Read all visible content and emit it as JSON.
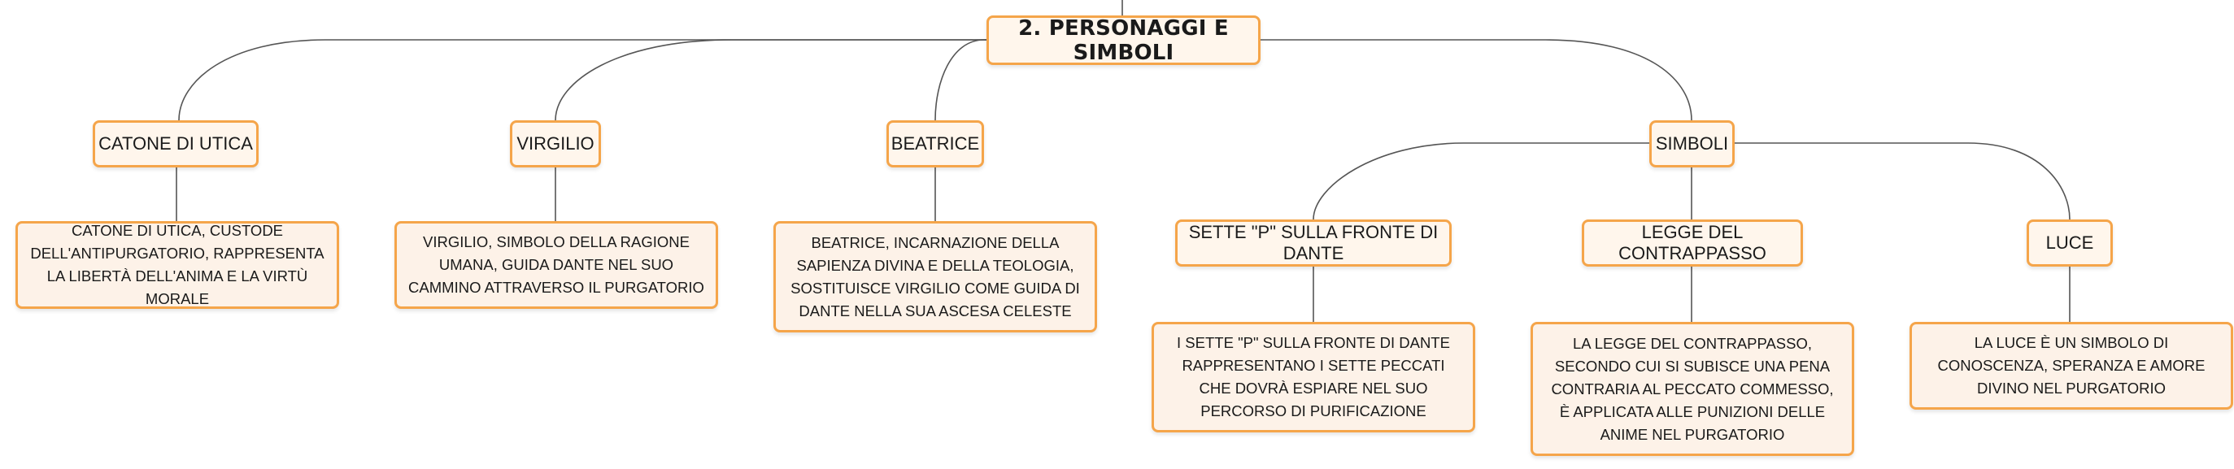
{
  "root": {
    "label": "2. PERSONAGGI E SIMBOLI"
  },
  "topics": {
    "catone": {
      "label": "CATONE DI UTICA",
      "description": "CATONE DI UTICA, CUSTODE DELL'ANTIPURGATORIO, RAPPRESENTA LA LIBERTÀ DELL'ANIMA E LA VIRTÙ MORALE"
    },
    "virgilio": {
      "label": "VIRGILIO",
      "description": "VIRGILIO, SIMBOLO DELLA RAGIONE UMANA, GUIDA DANTE NEL SUO CAMMINO ATTRAVERSO IL PURGATORIO"
    },
    "beatrice": {
      "label": "BEATRICE",
      "description": "BEATRICE, INCARNAZIONE DELLA SAPIENZA DIVINA E DELLA TEOLOGIA, SOSTITUISCE VIRGILIO COME GUIDA DI DANTE NELLA SUA ASCESA CELESTE"
    },
    "simboli": {
      "label": "SIMBOLI",
      "children": {
        "sette_p": {
          "label": "SETTE \"P\" SULLA FRONTE DI DANTE",
          "description": "I SETTE \"P\" SULLA FRONTE DI DANTE RAPPRESENTANO I SETTE PECCATI CHE DOVRÀ ESPIARE NEL SUO PERCORSO DI PURIFICAZIONE"
        },
        "contrappasso": {
          "label": "LEGGE DEL CONTRAPPASSO",
          "description": "LA LEGGE DEL CONTRAPPASSO, SECONDO CUI SI SUBISCE UNA PENA CONTRARIA AL PECCATO COMMESSO, È APPLICATA ALLE PUNIZIONI DELLE ANIME NEL PURGATORIO"
        },
        "luce": {
          "label": "LUCE",
          "description": "LA LUCE È UN SIMBOLO DI CONOSCENZA, SPERANZA E AMORE DIVINO NEL PURGATORIO"
        }
      }
    }
  },
  "colors": {
    "border": "#f5a54a",
    "fill": "#fff6ec",
    "line": "#555555"
  }
}
